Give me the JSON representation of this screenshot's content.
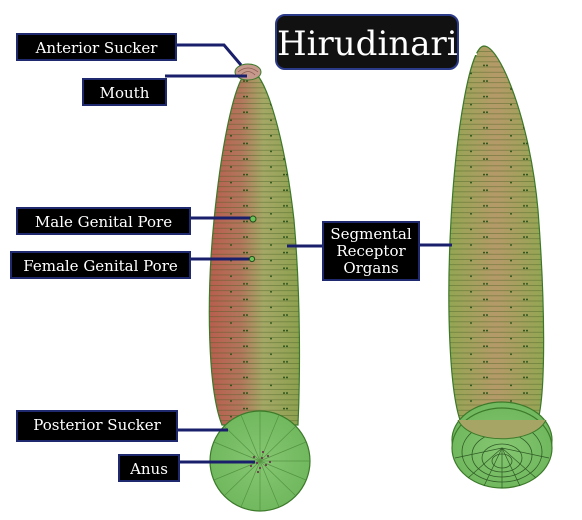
{
  "title": "Hirudinaria",
  "labels": {
    "anterior_sucker": "Anterior Sucker",
    "mouth": "Mouth",
    "male_genital_pore": "Male Genital Pore",
    "female_genital_pore": "Female Genital Pore",
    "segmental_receptor_organs": "Segmental Receptor Organs",
    "posterior_sucker": "Posterior Sucker",
    "anus": "Anus"
  },
  "colors": {
    "body_green": "#9aa85a",
    "body_red": "#b86a55",
    "sucker_green": "#7fc46a",
    "outline": "#3c7a2a",
    "label_bg": "#000000",
    "leader_line": "#1a1f6b"
  }
}
